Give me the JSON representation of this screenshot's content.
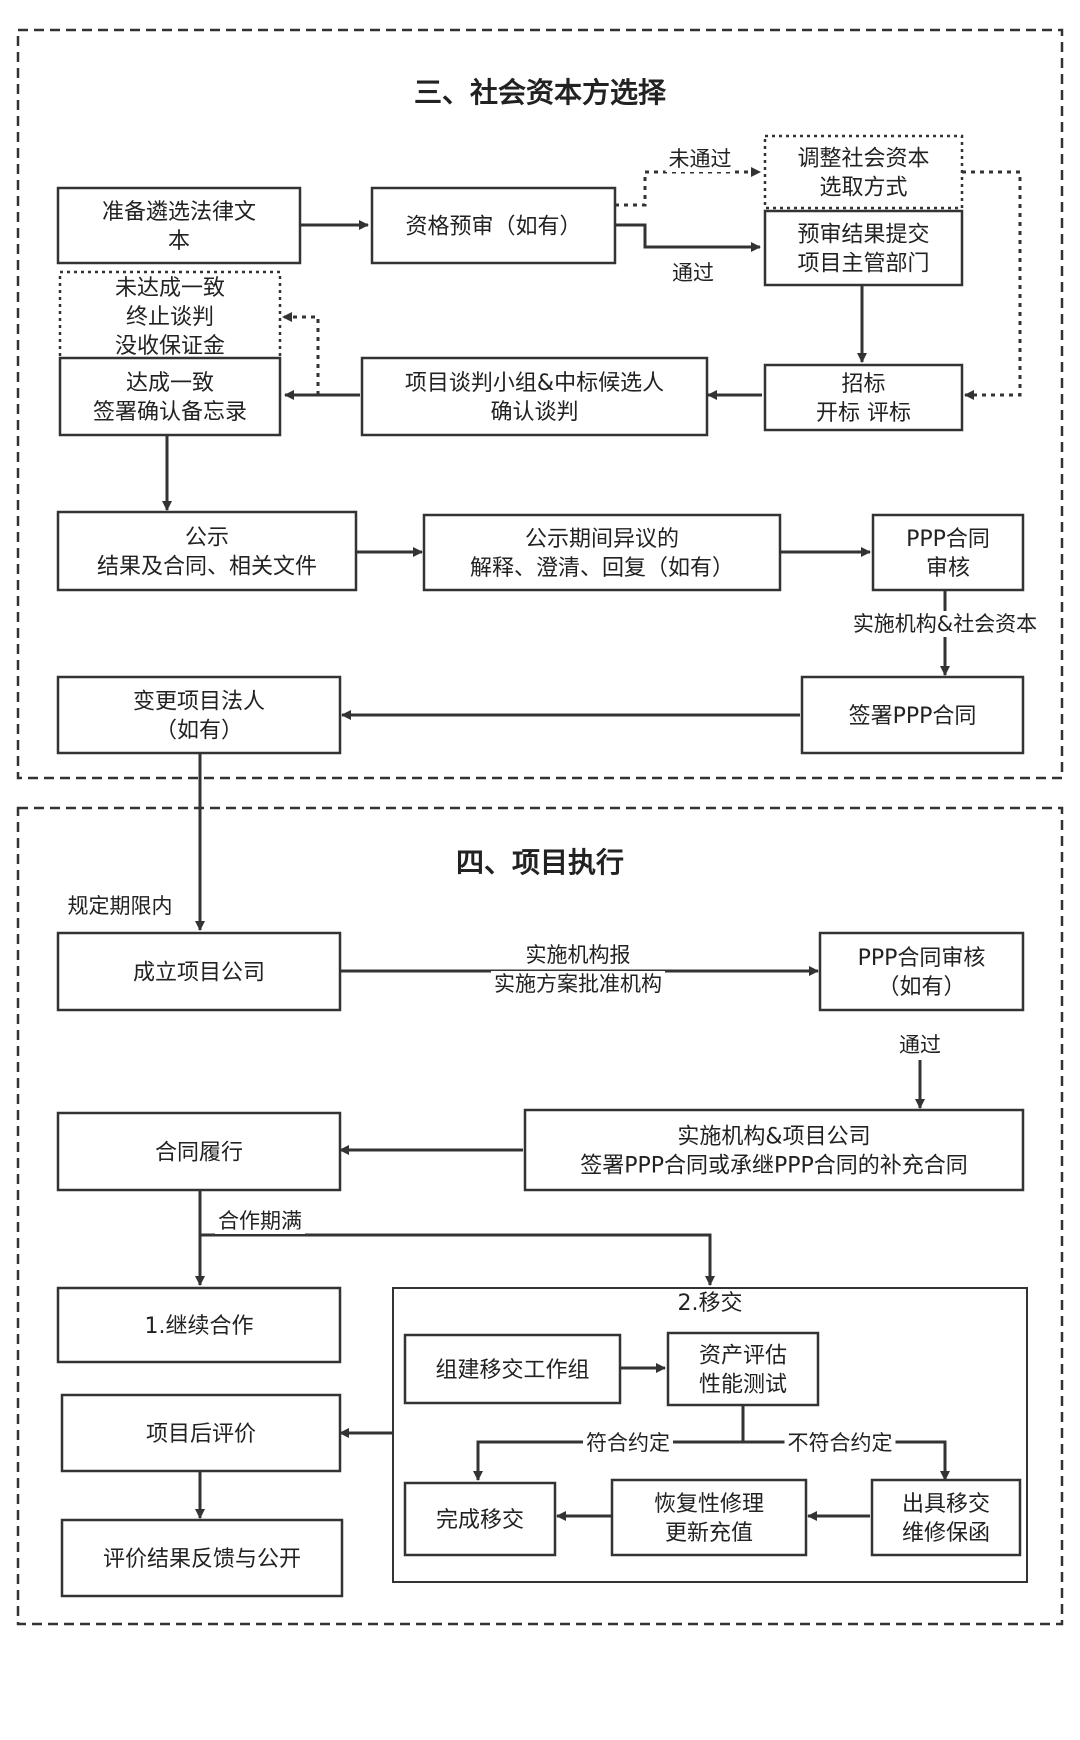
{
  "section3": {
    "title": "三、社会资本方选择",
    "b_prepare": [
      "准备遴选法律文",
      "本"
    ],
    "b_prequal": [
      "资格预审（如有）"
    ],
    "lbl_fail": "未通过",
    "lbl_pass": "通过",
    "b_adjust": [
      "调整社会资本",
      "选取方式"
    ],
    "b_submit": [
      "预审结果提交",
      "项目主管部门"
    ],
    "b_terminate": [
      "未达成一致",
      "终止谈判",
      "没收保证金"
    ],
    "b_agree": [
      "达成一致",
      "签署确认备忘录"
    ],
    "b_negotiate": [
      "项目谈判小组&中标候选人",
      "确认谈判"
    ],
    "b_tender": [
      "招标",
      "开标 评标"
    ],
    "b_publicity": [
      "公示",
      "结果及合同、相关文件"
    ],
    "b_objection": [
      "公示期间异议的",
      "解释、澄清、回复（如有）"
    ],
    "b_review": [
      "PPP合同",
      "审核"
    ],
    "lbl_parties": "实施机构&社会资本",
    "b_change": [
      "变更项目法人",
      "（如有）"
    ],
    "b_sign": [
      "签署PPP合同"
    ]
  },
  "section4": {
    "title": "四、项目执行",
    "lbl_deadline": "规定期限内",
    "b_company": [
      "成立项目公司"
    ],
    "lbl_report": [
      "实施机构报",
      "实施方案批准机构"
    ],
    "b_review2": [
      "PPP合同审核",
      "（如有）"
    ],
    "lbl_pass2": "通过",
    "b_supplement": [
      "实施机构&项目公司",
      "签署PPP合同或承继PPP合同的补充合同"
    ],
    "b_perform": [
      "合同履行"
    ],
    "lbl_expire": "合作期满",
    "b_continue": [
      "1.继续合作"
    ],
    "transfer_title": "2.移交",
    "b_group": [
      "组建移交工作组"
    ],
    "b_assess": [
      "资产评估",
      "性能测试"
    ],
    "lbl_conform": "符合约定",
    "lbl_nonconform": "不符合约定",
    "b_post_eval": [
      "项目后评价"
    ],
    "b_feedback": [
      "评价结果反馈与公开"
    ],
    "b_complete": [
      "完成移交"
    ],
    "b_repair": [
      "恢复性修理",
      "更新充值"
    ],
    "b_guarantee": [
      "出具移交",
      "维修保函"
    ]
  }
}
